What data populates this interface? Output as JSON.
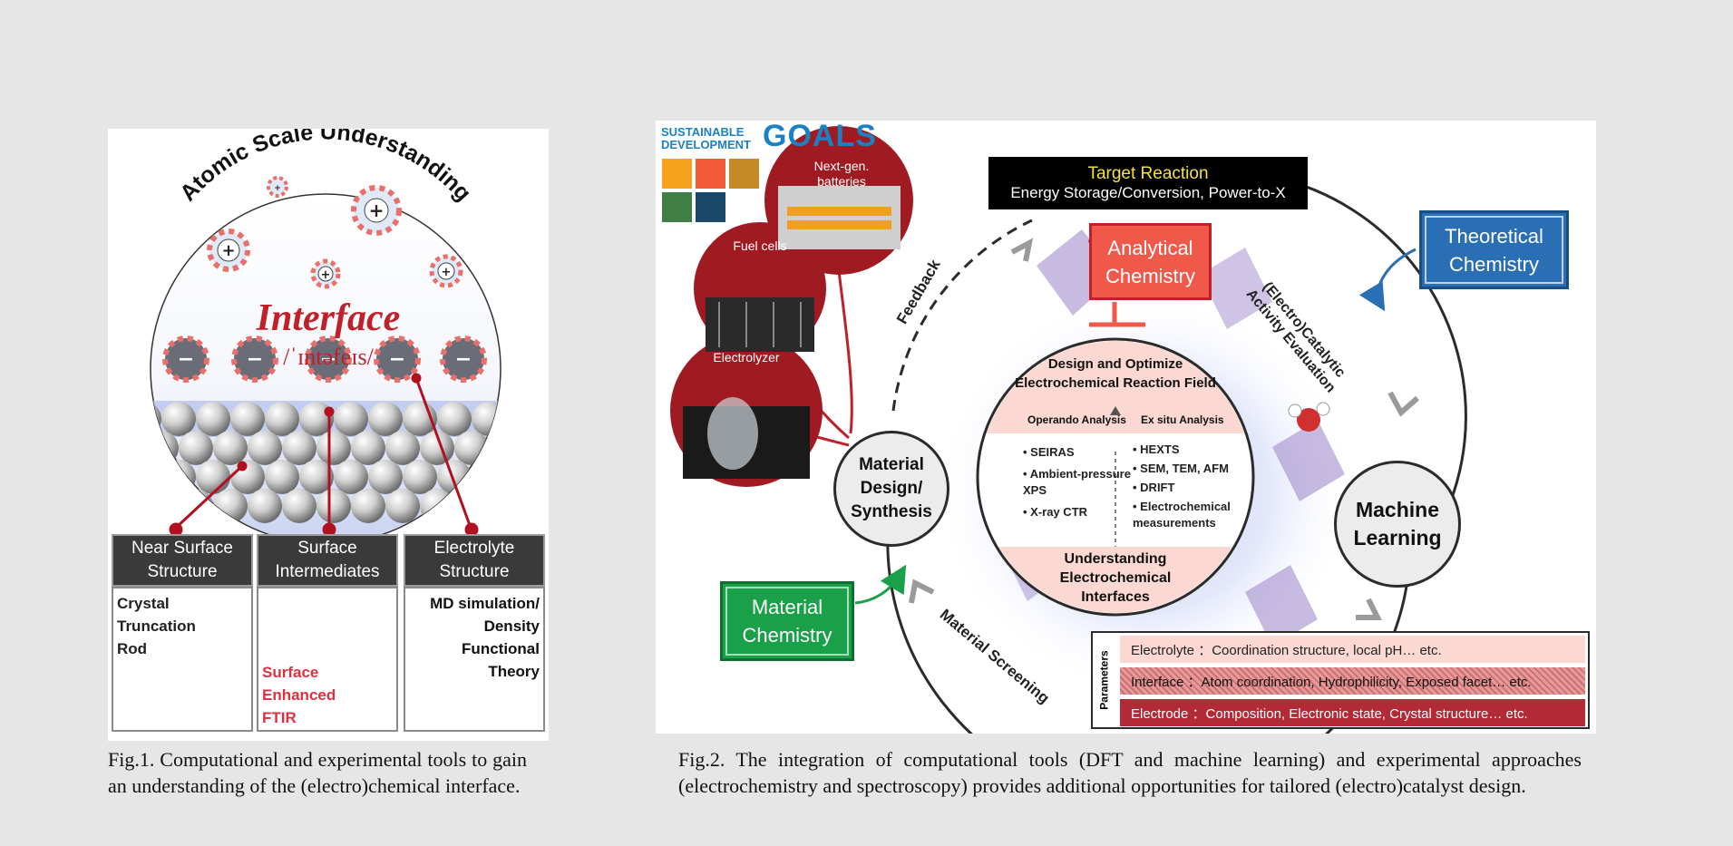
{
  "fig1": {
    "title_arc": "Atomic Scale Understanding",
    "interface_word": "Interface",
    "interface_ipa": "/ˈɪntəfeɪs/",
    "panels": [
      {
        "header": "Near Surface\nStructure",
        "text": "Crystal\nTruncation\nRod"
      },
      {
        "header": "Surface\nIntermediates",
        "text": "Surface\nEnhanced\nFTIR"
      },
      {
        "header": "Electrolyte\nStructure",
        "text": "MD simulation/\nDensity\nFunctional\nTheory"
      }
    ],
    "caption": "Fig.1. Computational and experimental tools to gain an understanding of the (electro)chemical interface."
  },
  "fig2": {
    "sdg_logo": {
      "line1": "SUSTAINABLE",
      "line2": "DEVELOPMENT",
      "goals": "GOALS"
    },
    "apps": [
      "Next-gen.\nbatteries",
      "Fuel cells",
      "Electrolyzer"
    ],
    "target": {
      "title": "Target Reaction",
      "subtitle": "Energy Storage/Conversion, Power-to-X"
    },
    "analytical": "Analytical\nChemistry",
    "theoretical": "Theoretical\nChemistry",
    "material_chem": "Material\nChemistry",
    "material_design": "Material\nDesign/\nSynthesis",
    "machine_learning": "Machine\nLearning",
    "feedback": "Feedback",
    "activity": "(Electro)Catalytic\nActivity Evaluation",
    "screening": "Material Screening",
    "center": {
      "top": "Design and Optimize\nElectrochemical Reaction Field",
      "operando_title": "Operando Analysis",
      "operando": [
        "SEIRAS",
        "Ambient-pressure\nXPS",
        "X-ray CTR"
      ],
      "exsitu_title": "Ex situ Analysis",
      "exsitu": [
        "HEXTS",
        "SEM, TEM, AFM",
        "DRIFT",
        "Electrochemical\nmeasurements"
      ],
      "bottom": "Understanding\nElectrochemical\nInterfaces"
    },
    "parameters_label": "Parameters",
    "parameters": [
      "Electrolyte ：Coordination structure, local pH… etc.",
      "Interface ：Atom coordination, Hydrophilicity, Exposed facet…  etc.",
      "Electrode ：Composition, Electronic state, Crystal structure… etc."
    ],
    "caption": "Fig.2. The integration of computational tools (DFT and machine learning) and experimental approaches (electrochemistry and spectroscopy) provides additional opportunities for tailored (electro)catalyst design."
  },
  "colors": {
    "red": "#c0202a",
    "analytical": "#f0594a",
    "theoretical": "#2a6fb3",
    "material": "#1aa049",
    "dark": "#2b2b2b"
  }
}
